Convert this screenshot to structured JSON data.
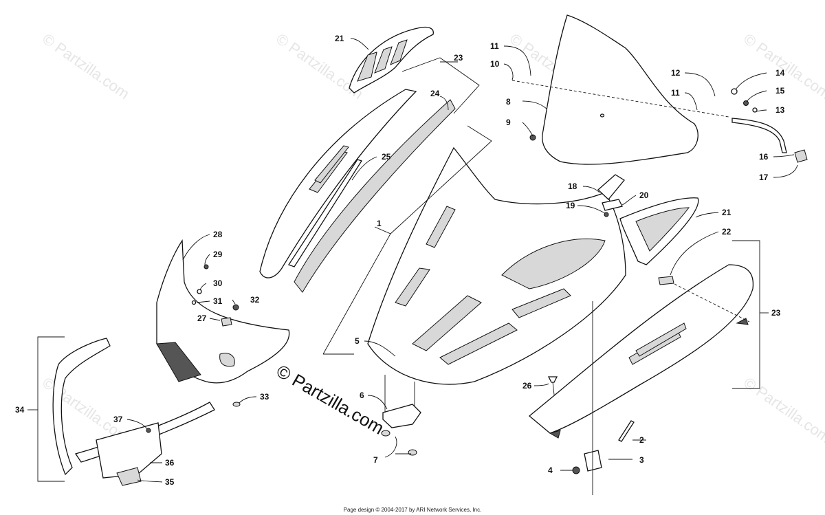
{
  "watermark": {
    "text": "© Partzilla.com",
    "center_text": "© Partzilla.com"
  },
  "footer": {
    "text": "Page design © 2004-2017 by ARI Network Services, Inc."
  },
  "callouts": [
    {
      "id": "c1",
      "label": "1"
    },
    {
      "id": "c2",
      "label": "2"
    },
    {
      "id": "c3",
      "label": "3"
    },
    {
      "id": "c4",
      "label": "4"
    },
    {
      "id": "c5",
      "label": "5"
    },
    {
      "id": "c6",
      "label": "6"
    },
    {
      "id": "c7",
      "label": "7"
    },
    {
      "id": "c8",
      "label": "8"
    },
    {
      "id": "c9",
      "label": "9"
    },
    {
      "id": "c10",
      "label": "10"
    },
    {
      "id": "c11a",
      "label": "11"
    },
    {
      "id": "c11b",
      "label": "11"
    },
    {
      "id": "c12",
      "label": "12"
    },
    {
      "id": "c13",
      "label": "13"
    },
    {
      "id": "c14",
      "label": "14"
    },
    {
      "id": "c15",
      "label": "15"
    },
    {
      "id": "c16",
      "label": "16"
    },
    {
      "id": "c17",
      "label": "17"
    },
    {
      "id": "c18",
      "label": "18"
    },
    {
      "id": "c19",
      "label": "19"
    },
    {
      "id": "c20",
      "label": "20"
    },
    {
      "id": "c21a",
      "label": "21"
    },
    {
      "id": "c21b",
      "label": "21"
    },
    {
      "id": "c22",
      "label": "22"
    },
    {
      "id": "c23a",
      "label": "23"
    },
    {
      "id": "c23b",
      "label": "23"
    },
    {
      "id": "c24",
      "label": "24"
    },
    {
      "id": "c25",
      "label": "25"
    },
    {
      "id": "c26",
      "label": "26"
    },
    {
      "id": "c27",
      "label": "27"
    },
    {
      "id": "c28",
      "label": "28"
    },
    {
      "id": "c29",
      "label": "29"
    },
    {
      "id": "c30",
      "label": "30"
    },
    {
      "id": "c31",
      "label": "31"
    },
    {
      "id": "c32",
      "label": "32"
    },
    {
      "id": "c33",
      "label": "33"
    },
    {
      "id": "c34",
      "label": "34"
    },
    {
      "id": "c35",
      "label": "35"
    },
    {
      "id": "c36",
      "label": "36"
    },
    {
      "id": "c37",
      "label": "37"
    }
  ]
}
